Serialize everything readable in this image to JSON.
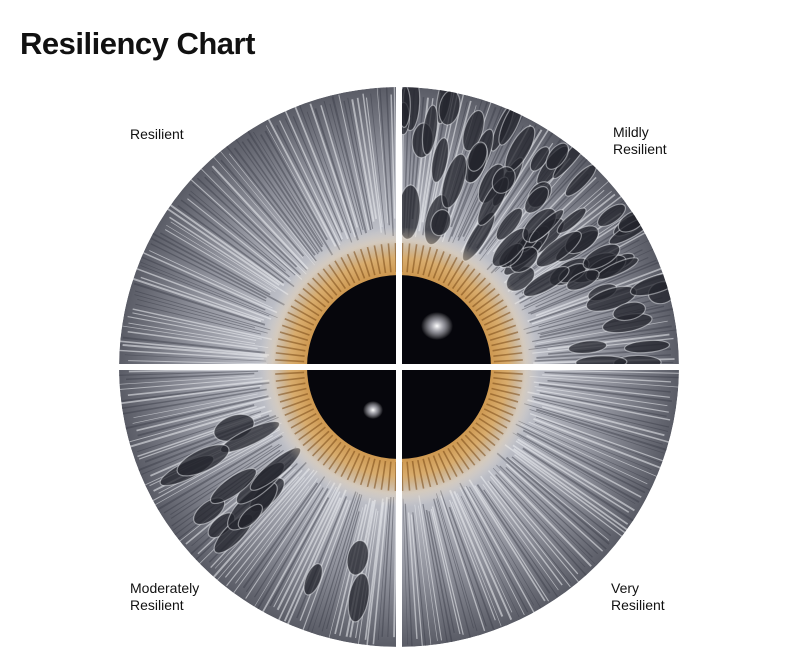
{
  "title": "Resiliency Chart",
  "quadrants": [
    {
      "id": "top-left",
      "label": "Resilient"
    },
    {
      "id": "top-right",
      "label": "Mildly\nResilient"
    },
    {
      "id": "bottom-left",
      "label": "Moderately\nResilient"
    },
    {
      "id": "bottom-right",
      "label": "Very\nResilient"
    }
  ],
  "colors": {
    "iris_dark": "#2e3038",
    "iris_mid": "#8a8c96",
    "iris_light": "#e6e7ec",
    "collarette": "#c98a3a",
    "pupil": "#06060c",
    "divider": "#ffffff"
  }
}
